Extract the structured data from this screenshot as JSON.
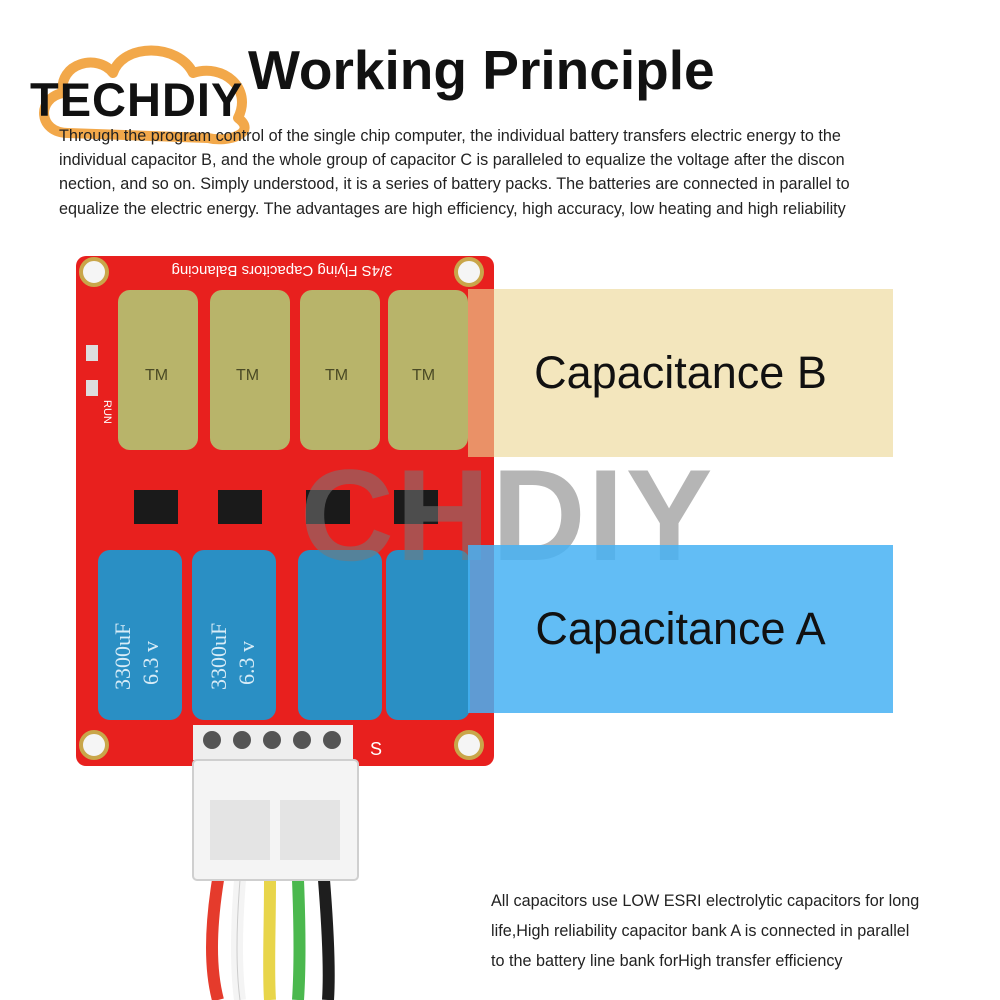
{
  "logo": {
    "text": "TECHDIY"
  },
  "title": "Working Principle",
  "description_lines": [
    "Through the program control of the single chip computer, the individual battery transfers electric energy to the",
    "individual capacitor B, and the whole group of capacitor C is paralleled to equalize the voltage after the discon",
    "nection, and so on. Simply understood, it is a series of battery packs. The batteries are connected in parallel to",
    "equalize the electric energy. The advantages are high efficiency, high accuracy, low heating and high reliability"
  ],
  "board": {
    "silkscreen": "3/4S Flying Capacitors Balancing",
    "run_label": "RUN",
    "s_label": "S",
    "top_capacitor_text": "TM",
    "bottom_capacitor_lines": [
      "3300uF",
      "6.3 v"
    ]
  },
  "labels": {
    "capacitance_b": "Capacitance B",
    "capacitance_a": "Capacitance A"
  },
  "watermark": "CHDIY",
  "note_lines": [
    "All capacitors use LOW ESRI electrolytic capacitors for long",
    "life,High reliability capacitor bank A is connected in parallel",
    "to the battery line bank forHigh transfer efficiency"
  ],
  "colors": {
    "board_red": "#e8201e",
    "capacitor_b_olive": "#b8b46a",
    "capacitor_a_blue": "#2a8fc4",
    "band_b": "#ecd694",
    "band_a": "#46b2f3",
    "logo_orange": "#f2a84a"
  }
}
